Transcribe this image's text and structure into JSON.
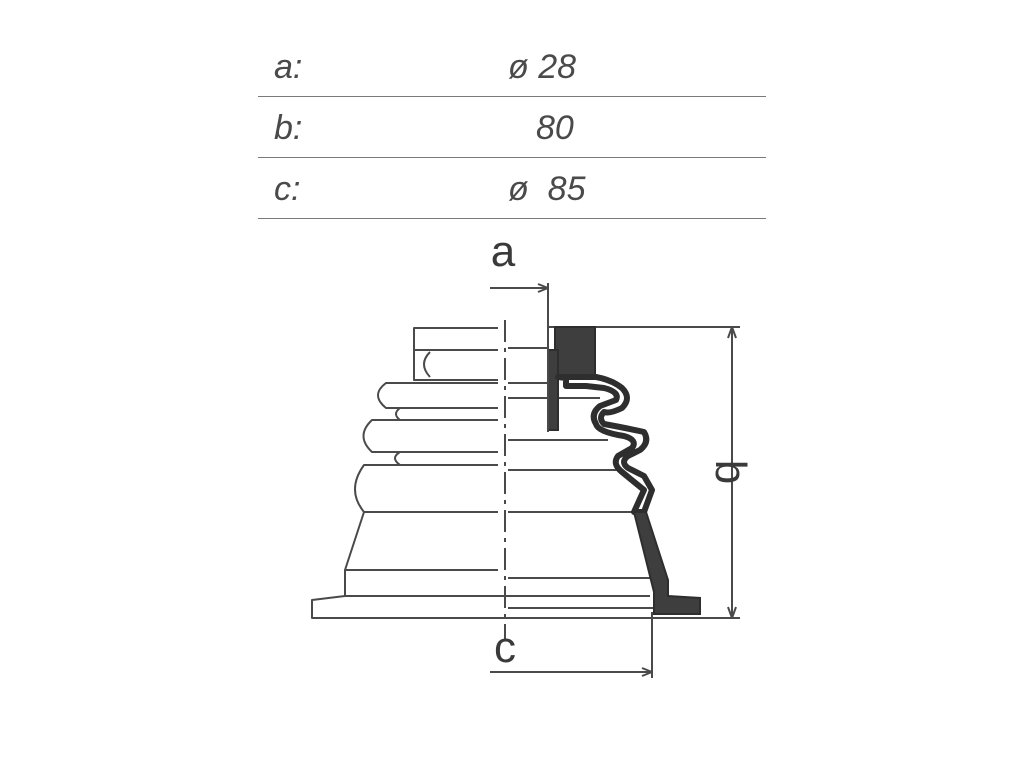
{
  "specs": [
    {
      "key": "a:",
      "value": "ø 28"
    },
    {
      "key": "b:",
      "value": "80"
    },
    {
      "key": "c:",
      "value": "ø  85"
    }
  ],
  "diagram": {
    "label_a": "a",
    "label_b": "b",
    "label_c": "c"
  },
  "colors": {
    "line": "#4a4a4a",
    "profile_fill": "#3e3e3e",
    "background": "#ffffff"
  }
}
